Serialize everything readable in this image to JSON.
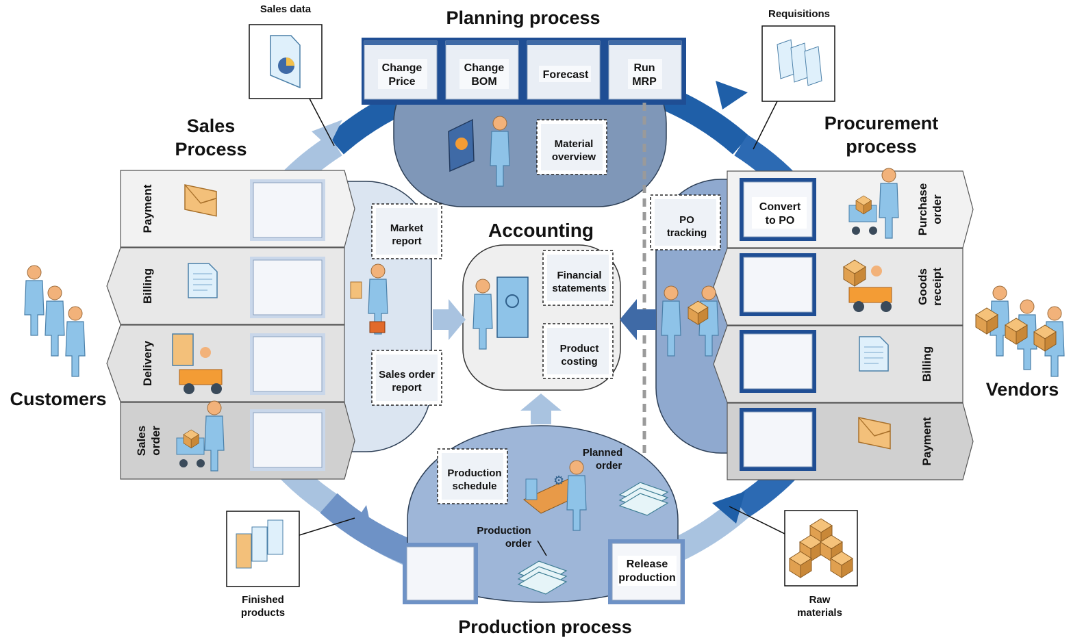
{
  "titles": {
    "planning": "Planning process",
    "sales_l1": "Sales",
    "sales_l2": "Process",
    "procurement_l1": "Procurement",
    "procurement_l2": "process",
    "accounting": "Accounting",
    "production": "Production process",
    "customers": "Customers",
    "vendors": "Vendors"
  },
  "planning_screens": [
    {
      "l1": "Change",
      "l2": "Price"
    },
    {
      "l1": "Change",
      "l2": "BOM"
    },
    {
      "l1": "Forecast",
      "l2": ""
    },
    {
      "l1": "Run",
      "l2": "MRP"
    }
  ],
  "reports": {
    "material_overview": {
      "l1": "Material",
      "l2": "overview"
    },
    "market_report": {
      "l1": "Market",
      "l2": "report"
    },
    "sales_order_report": {
      "l1": "Sales order",
      "l2": "report"
    },
    "financial_statements": {
      "l1": "Financial",
      "l2": "statements"
    },
    "product_costing": {
      "l1": "Product",
      "l2": "costing"
    },
    "po_tracking": {
      "l1": "PO",
      "l2": "tracking"
    },
    "production_schedule": {
      "l1": "Production",
      "l2": "schedule"
    }
  },
  "sales_tabs": [
    {
      "l1": "Payment",
      "l2": ""
    },
    {
      "l1": "Billing",
      "l2": ""
    },
    {
      "l1": "Delivery",
      "l2": ""
    },
    {
      "l1": "Sales",
      "l2": "order"
    }
  ],
  "procurement_tabs": [
    {
      "l1": "Purchase",
      "l2": "order"
    },
    {
      "l1": "Goods",
      "l2": "receipt"
    },
    {
      "l1": "Billing",
      "l2": ""
    },
    {
      "l1": "Payment",
      "l2": ""
    }
  ],
  "procurement_screen": {
    "l1": "Convert",
    "l2": "to PO"
  },
  "production_screen": {
    "l1": "Release",
    "l2": "production"
  },
  "documents": {
    "sales_data": "Sales data",
    "requisitions": "Requisitions",
    "finished_l1": "Finished",
    "finished_l2": "products",
    "raw_l1": "Raw",
    "raw_l2": "materials",
    "planned_l1": "Planned",
    "planned_l2": "order",
    "prodorder_l1": "Production",
    "prodorder_l2": "order"
  },
  "colors": {
    "ring_dark": "#1f5fa8",
    "ring_light": "#a9c3e0",
    "planning_bg": "#7f97b8",
    "sales_bg": "#dbe5f1",
    "procurement_bg": "#8fa9cf",
    "production_bg": "#9eb6d8",
    "person": "#8ec3e8"
  }
}
